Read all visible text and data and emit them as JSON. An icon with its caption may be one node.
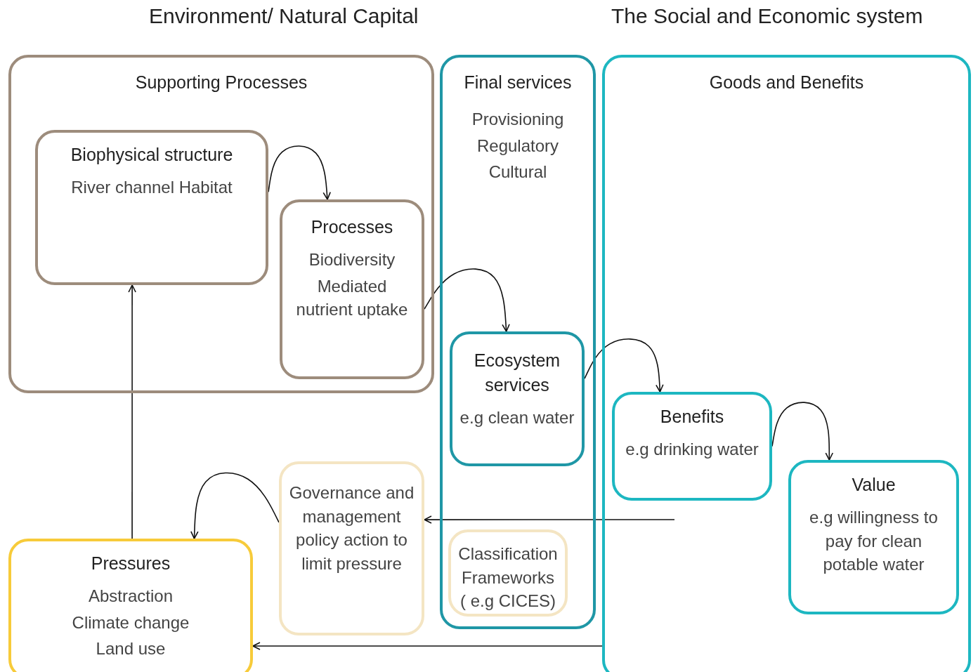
{
  "diagram": {
    "nodes": [
      {
        "text": [
          "Supporting Processes"
        ]
      },
      {
        "text": [
          "Biophysical structure",
          "River channel Habitat"
        ],
        "in": 0
      },
      {
        "text": [
          "Processes",
          "Biodiversity",
          "Mediated nutrient uptake"
        ],
        "in": 0
      },
      {
        "text": [
          "Final services",
          "Provisioning",
          "Regulatory",
          "Cultural"
        ]
      },
      {
        "text": [
          "Ecosystem services",
          "e.g clean water"
        ],
        "in": 3
      },
      {
        "text": [
          "Classification Frameworks ( e.g CICES)"
        ],
        "in": 3
      },
      {
        "text": [
          "Goods and Benefits"
        ]
      },
      {
        "text": [
          "Benefits",
          "e.g drinking water"
        ],
        "in": 6
      },
      {
        "text": [
          "Value",
          "e.g willingness to pay for clean potable water"
        ],
        "in": 6
      },
      {
        "text": [
          "Pressures",
          "Abstraction",
          "Climate change",
          "Land use"
        ]
      },
      {
        "text": [
          "Governance and management policy action to limit pressure"
        ]
      }
    ],
    "edges": [
      {
        "from": 1,
        "to": 2,
        "arrow": "to"
      },
      {
        "from": 2,
        "to": 4,
        "arrow": "to"
      },
      {
        "from": 4,
        "to": 7,
        "arrow": "to"
      },
      {
        "from": 7,
        "to": 8,
        "arrow": "to"
      },
      {
        "from": 10,
        "to": 9,
        "arrow": "to"
      },
      {
        "from": null,
        "to": 10,
        "arrow": "to"
      },
      {
        "from": 6,
        "to": 9,
        "arrow": "to"
      },
      {
        "from": 9,
        "to": 1,
        "arrow": "to"
      }
    ],
    "labels": [
      "Environment/ Natural Capital",
      "The Social and Economic system"
    ]
  }
}
